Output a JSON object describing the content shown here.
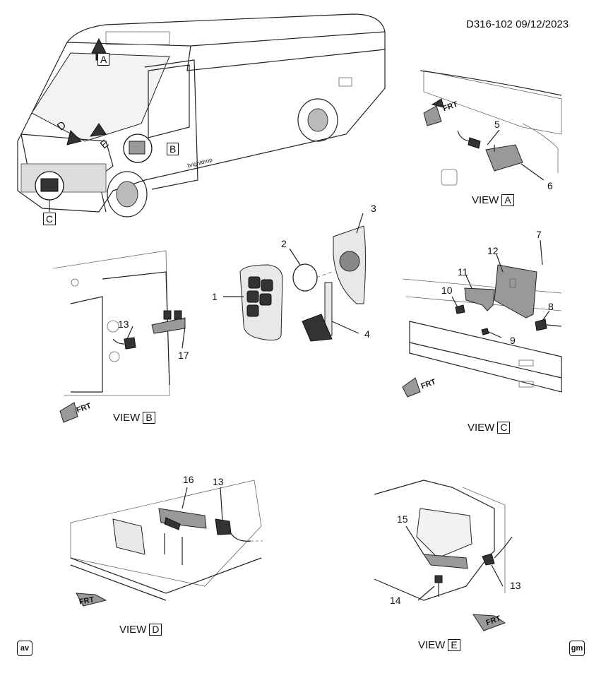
{
  "header": {
    "doc_id": "D316-102",
    "date": "09/12/2023"
  },
  "views": {
    "A": {
      "prefix": "VIEW",
      "letter": "A"
    },
    "B": {
      "prefix": "VIEW",
      "letter": "B"
    },
    "C": {
      "prefix": "VIEW",
      "letter": "C"
    },
    "D": {
      "prefix": "VIEW",
      "letter": "D"
    },
    "E": {
      "prefix": "VIEW",
      "letter": "E"
    }
  },
  "van_callouts": {
    "a": "A",
    "b": "B",
    "c": "C",
    "d": "D",
    "e": "E"
  },
  "frt_label": "FRT",
  "vehicle_badge": "brightdrop",
  "part_numbers": {
    "p1": "1",
    "p2": "2",
    "p3": "3",
    "p4": "4",
    "p5": "5",
    "p6": "6",
    "p7": "7",
    "p8": "8",
    "p9": "9",
    "p10": "10",
    "p11": "11",
    "p12": "12",
    "p13b": "13",
    "p13d": "13",
    "p13e": "13",
    "p14": "14",
    "p15": "15",
    "p16": "16",
    "p17": "17"
  },
  "footer": {
    "left_logo": "av",
    "right_logo": "gm"
  }
}
